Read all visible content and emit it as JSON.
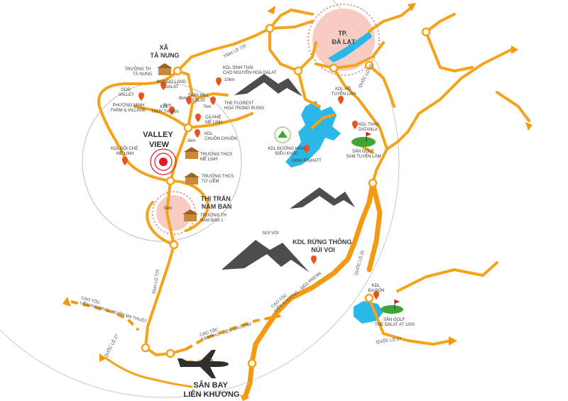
{
  "places": {
    "tp_da_lat": [
      "TP.",
      "ĐÀ LẠT"
    ],
    "xa_ta_nung": [
      "XÃ",
      "TÀ NUNG"
    ],
    "valley_view": [
      "VALLEY",
      "VIEW"
    ],
    "thi_tran_nam_ban": [
      "THỊ TRẤN",
      "NAM BAN"
    ],
    "san_bay": [
      "SÂN BAY",
      "LIÊN KHƯƠNG"
    ],
    "nui_voi": "NÚI VOI",
    "kdl_rung_thong": [
      "KDL RỪNG THÔNG",
      "NÚI VOI"
    ]
  },
  "pois": {
    "truong_th_ta_nung": [
      "TRƯỜNG TH",
      "TÀ NUNG"
    ],
    "mongo_land": [
      "MONGO LAND",
      "DALAT"
    ],
    "god_valley": [
      "GOD",
      "VALLEY"
    ],
    "kdl_sinh_thai": [
      "KDL SINH THÁI",
      "CAO NGUYÊN HOA DALAT"
    ],
    "phuong_minh": [
      "PHƯƠNG MINH",
      "FARM & VILLAGE"
    ],
    "kdl_thuy_thuan": [
      "KDL",
      "THỦY THUẬN"
    ],
    "sapa_hill": [
      "SAPA HILL",
      "DALAT"
    ],
    "the_florest": [
      "THE FLOREST",
      "HOA TRONG RỪNG"
    ],
    "ca_phe_me_linh": [
      "CÀ PHÊ",
      "MÊ LINH"
    ],
    "kdl_chuon_chuon": [
      "KDL",
      "CHUỒN CHUỒN"
    ],
    "kdl_doi_che": [
      "KDL ĐỒI CHÈ",
      "MÊ LINH"
    ],
    "truong_thcs_me_linh": [
      "TRƯỜNG THCS",
      "MÊ LINH"
    ],
    "truong_thcs_tu_liem": [
      "TRƯỜNG THCS",
      "TỪ LIÊM"
    ],
    "truong_th_nam_ban": [
      "TRƯỜNG TH",
      "NAM BAN 1"
    ],
    "kdl_ho_tuyen_lam": [
      "KDL HỒ",
      "TUYỀN LÂM"
    ],
    "kdl_thac_datanla": [
      "KDL THÁC",
      "DATANLA"
    ],
    "kdl_duong_ham": [
      "KDL ĐƯỜNG HẦM",
      "ĐIÊU KHẮC"
    ],
    "san_golf_sam_tuyen_lam": [
      "SÂN GOLF",
      "SAM TUYỀN LÂM"
    ],
    "dinh_pinhatt": "DINH PINHATT",
    "kdl_da_ron": [
      "KDL",
      "ĐA RÒN"
    ],
    "san_golf_dalat_1200": [
      "SÂN GOLF",
      "THE DALAT AT 1200"
    ]
  },
  "roads": {
    "tinh_lo_725_top": "TỈNH LỘ 725",
    "tinh_lo_725_left": "TỈNH LỘ 725",
    "quoc_lo_20_top": "QUỐC LỘ 20",
    "quoc_lo_20_mid": "QUỐC LỘ 20",
    "quoc_lo_27_right": "QUỐC LỘ 27",
    "quoc_lo_27_left": "QUỐC LỘ 27",
    "cao_toc_lk_bmt": [
      "CAO TỐC",
      "LIÊN KHƯƠNG - BUÔN MA THUỘT"
    ],
    "cao_toc_tp_lk": [
      "CAO TỐC",
      "TÂN PHÚ - LIÊN KHƯƠNG"
    ],
    "cao_toc_lk_prenn": [
      "CAO TỐC",
      "LIÊN KHƯƠNG - ĐÈO PRENN"
    ]
  },
  "distances": [
    "8km",
    "7km",
    "9km",
    "10km",
    "3km",
    "5km"
  ],
  "colors": {
    "road": "#f5a31a",
    "highway": "#f39a12",
    "lake": "#2bb8e8",
    "pin": "#e8541e",
    "target": "#e01b24",
    "circle_fill": "#f6c3b8",
    "mountain": "#4d4d4d",
    "golf": "#3fa535",
    "building": "#c8893a"
  }
}
